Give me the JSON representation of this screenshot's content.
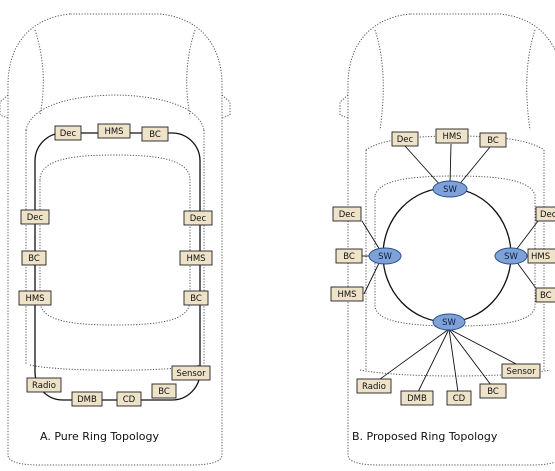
{
  "captions": {
    "left": "A. Pure Ring Topology",
    "right": "B. Proposed Ring Topology"
  },
  "pure_ring": {
    "top": [
      "Dec",
      "HMS",
      "BC"
    ],
    "left": [
      "Dec",
      "BC",
      "HMS"
    ],
    "right": [
      "Dec",
      "HMS",
      "BC"
    ],
    "bottom": [
      "Radio",
      "DMB",
      "CD",
      "BC",
      "Sensor"
    ]
  },
  "proposed_ring": {
    "switch_label": "SW",
    "top": [
      "Dec",
      "HMS",
      "BC"
    ],
    "left": [
      "Dec",
      "BC",
      "HMS"
    ],
    "right": [
      "Dec",
      "HMS",
      "BC"
    ],
    "bottom": [
      "Radio",
      "DMB",
      "CD",
      "BC",
      "Sensor"
    ]
  },
  "colors": {
    "node_fill": "#eee2c8",
    "switch_fill": "#7ea2d8"
  }
}
